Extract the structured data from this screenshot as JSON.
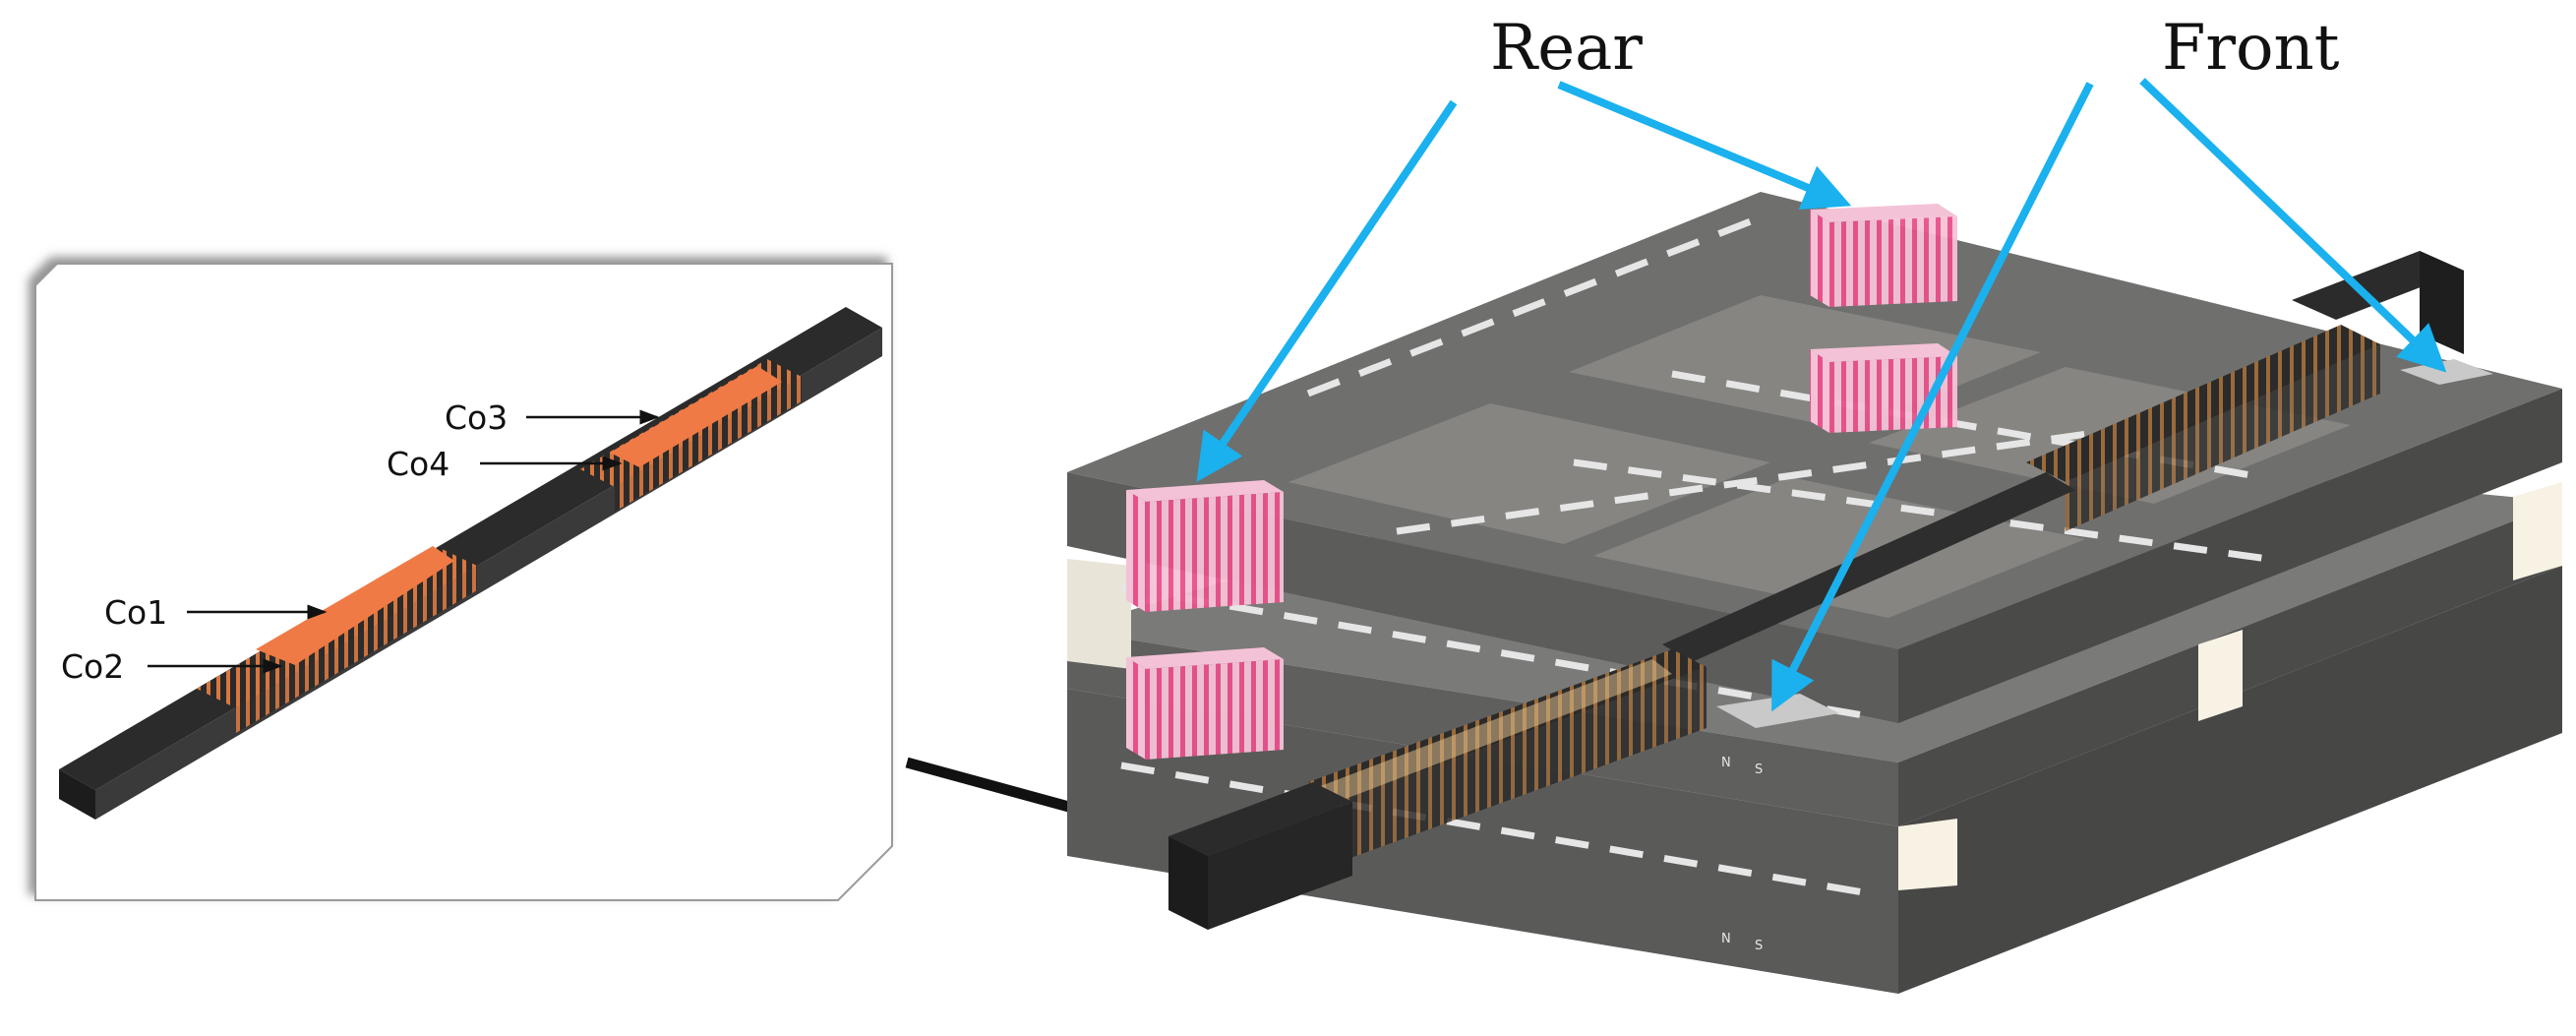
{
  "labels": {
    "rear": "Rear",
    "front": "Front",
    "co1": "Co1",
    "co2": "Co2",
    "co3": "Co3",
    "co4": "Co4"
  },
  "magnet_marks": {
    "n": "N",
    "s": "S"
  },
  "colors": {
    "callout_arrow": "#1ab1ee",
    "core_frame": "#6a6a69",
    "core_frame_dark": "#4f4f4e",
    "coil_pink": "#e8508a",
    "coil_orange": "#f07a45",
    "bar_black": "#262626",
    "magnet_light": "#f7f2e4"
  }
}
